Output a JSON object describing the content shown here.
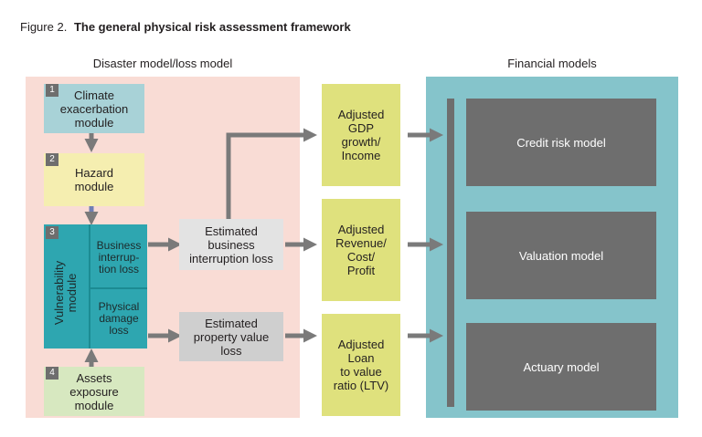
{
  "figure": {
    "number": "Figure 2.",
    "title": "The general physical risk assessment framework"
  },
  "sections": {
    "disaster": "Disaster model/loss model",
    "financial": "Financial models"
  },
  "modules": [
    {
      "num": "1",
      "label": "Climate\nexacerbation\nmodule"
    },
    {
      "num": "2",
      "label": "Hazard\nmodule"
    },
    {
      "num": "3",
      "label": "Vulnerability\nmodule",
      "sub1": "Business\ninterrup-\ntion loss",
      "sub2": "Physical\ndamage\nloss"
    },
    {
      "num": "4",
      "label": "Assets\nexposure\nmodule"
    }
  ],
  "losses": [
    {
      "label": "Estimated\nbusiness\ninterruption loss"
    },
    {
      "label": "Estimated\nproperty value\nloss"
    }
  ],
  "adjusted": [
    {
      "label": "Adjusted\nGDP\ngrowth/\nIncome"
    },
    {
      "label": "Adjusted\nRevenue/\nCost/\nProfit"
    },
    {
      "label": "Adjusted\nLoan\nto value\nratio (LTV)"
    }
  ],
  "financial_models": [
    {
      "label": "Credit risk model"
    },
    {
      "label": "Valuation model"
    },
    {
      "label": "Actuary model"
    }
  ],
  "colors": {
    "disaster_panel": "#f9dcd5",
    "financial_panel": "#85c4cb",
    "climate": "#a8d2d7",
    "hazard": "#f5eeb0",
    "vulnerability": "#2ea6b0",
    "assets": "#d7e8c0",
    "adjusted": "#dfe17d",
    "model": "#6e6e6e",
    "arrow": "#7a7a7a"
  }
}
